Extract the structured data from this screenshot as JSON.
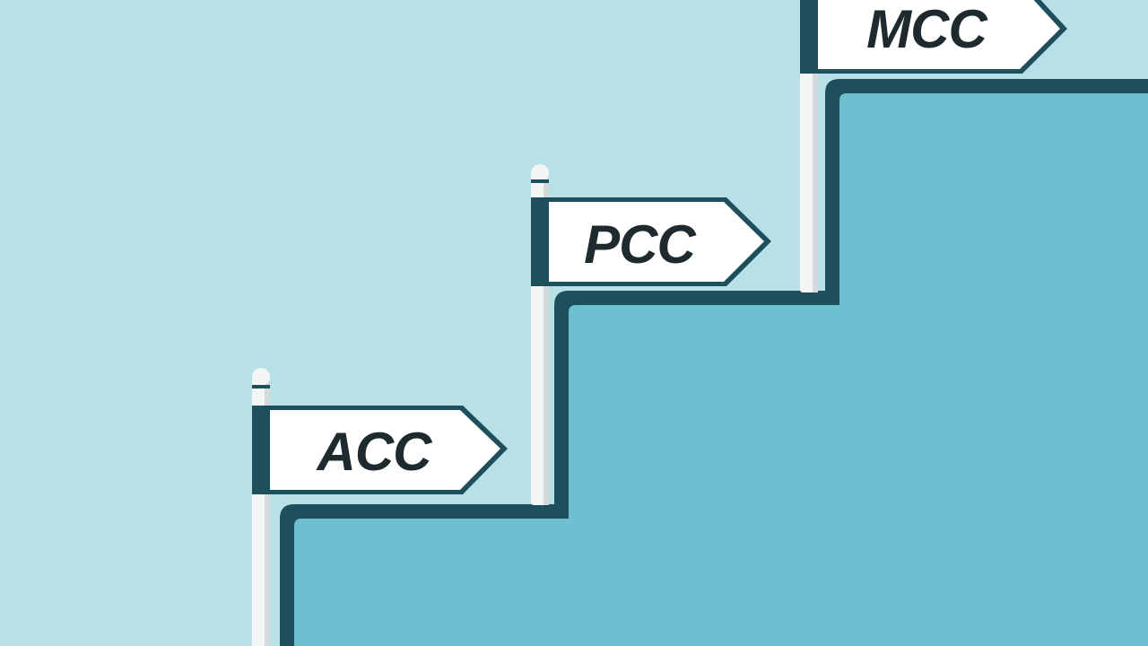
{
  "steps": [
    {
      "label": "ACC",
      "level": 1
    },
    {
      "label": "PCC",
      "level": 2
    },
    {
      "label": "MCC",
      "level": 3
    }
  ],
  "colors": {
    "background": "#B8E0E7",
    "stairs_fill": "#6EC0D1",
    "stairs_outline": "#1E4F5C",
    "flag_fill": "#FFFFFF",
    "flag_border": "#1E4F5C",
    "label_text": "#1F2A2E",
    "pole": "#F4F6F6",
    "pole_shadow": "#D4DADB"
  }
}
